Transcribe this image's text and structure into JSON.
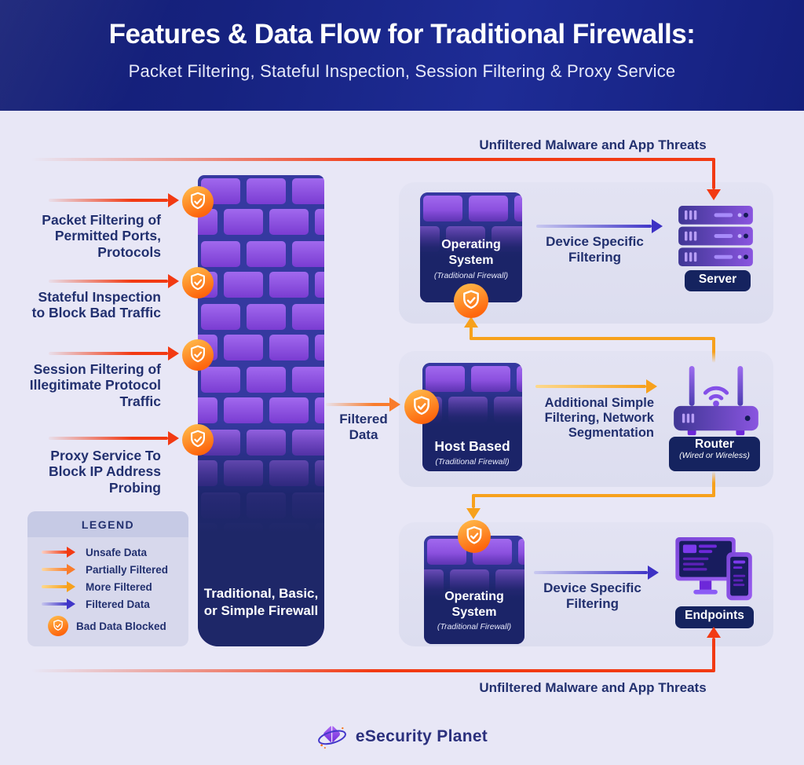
{
  "header": {
    "title": "Features & Data Flow for Traditional Firewalls:",
    "subtitle": "Packet Filtering, Stateful Inspection, Session Filtering & Proxy Service"
  },
  "flows": {
    "top_threat": "Unfiltered Malware and App Threats",
    "bottom_threat": "Unfiltered Malware and App Threats",
    "filtered_data": "Filtered Data"
  },
  "features": [
    "Packet Filtering of Permitted Ports, Protocols",
    "Stateful Inspection to Block Bad Traffic",
    "Session Filtering of Illegitimate Protocol Traffic",
    "Proxy Service To Block IP Address Probing"
  ],
  "wall": {
    "label": "Traditional, Basic, or Simple Firewall"
  },
  "legend": {
    "title": "LEGEND",
    "items": [
      {
        "icon": "arrow-red",
        "label": "Unsafe Data"
      },
      {
        "icon": "arrow-orange",
        "label": "Partially Filtered"
      },
      {
        "icon": "arrow-amber",
        "label": "More Filtered"
      },
      {
        "icon": "arrow-indigo",
        "label": "Filtered Data"
      },
      {
        "icon": "shield-badge",
        "label": "Bad Data Blocked"
      }
    ]
  },
  "sections": {
    "server": {
      "card_title": "Operating System",
      "card_note": "(Traditional Firewall)",
      "flow_label": "Device Specific Filtering",
      "device_label": "Server"
    },
    "router": {
      "card_title": "Host Based",
      "card_note": "(Traditional Firewall)",
      "flow_label": "Additional Simple Filtering, Network Segmentation",
      "device_label": "Router",
      "device_note": "(Wired or Wireless)"
    },
    "endpoints": {
      "card_title": "Operating System",
      "card_note": "(Traditional Firewall)",
      "flow_label": "Device Specific Filtering",
      "device_label": "Endpoints"
    }
  },
  "footer": {
    "brand": "eSecurity Planet"
  },
  "colors": {
    "page_bg": "#e8e7f6",
    "panel_bg": "#dfe0f1",
    "header_blue": "#18227e",
    "navy_text": "#22306f",
    "label_navy": "#15235f",
    "brick_purple": "#8a4fe0",
    "mortar_blue": "#3539a0",
    "badge_orange": "#ff8c1a",
    "unsafe_red": "#f23a13",
    "partial_orange": "#f97c2c",
    "more_amber": "#f7a11c",
    "filtered_indigo": "#4035c8"
  }
}
